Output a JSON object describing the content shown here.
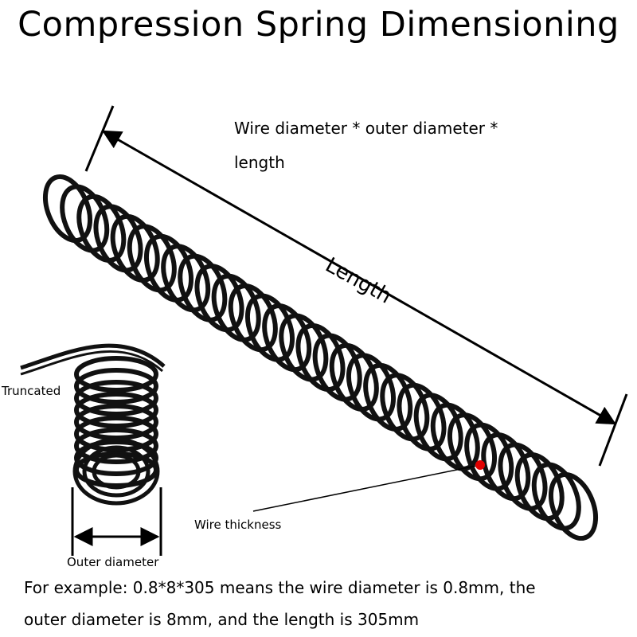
{
  "title": "Compression Spring Dimensioning",
  "formula_line1": "Wire diameter * outer diameter *",
  "formula_line2": "length",
  "length_label": "Length",
  "truncated_label": "Truncated",
  "wire_thickness_label": "Wire thickness",
  "outer_diameter_label": "Outer diameter",
  "example_line1": "For example: 0.8*8*305 means the wire diameter is 0.8mm, the",
  "example_line2": "outer diameter is 8mm, and the length is 305mm",
  "colors": {
    "spring": "#111111",
    "marker": "#e00000",
    "text": "#000000"
  }
}
